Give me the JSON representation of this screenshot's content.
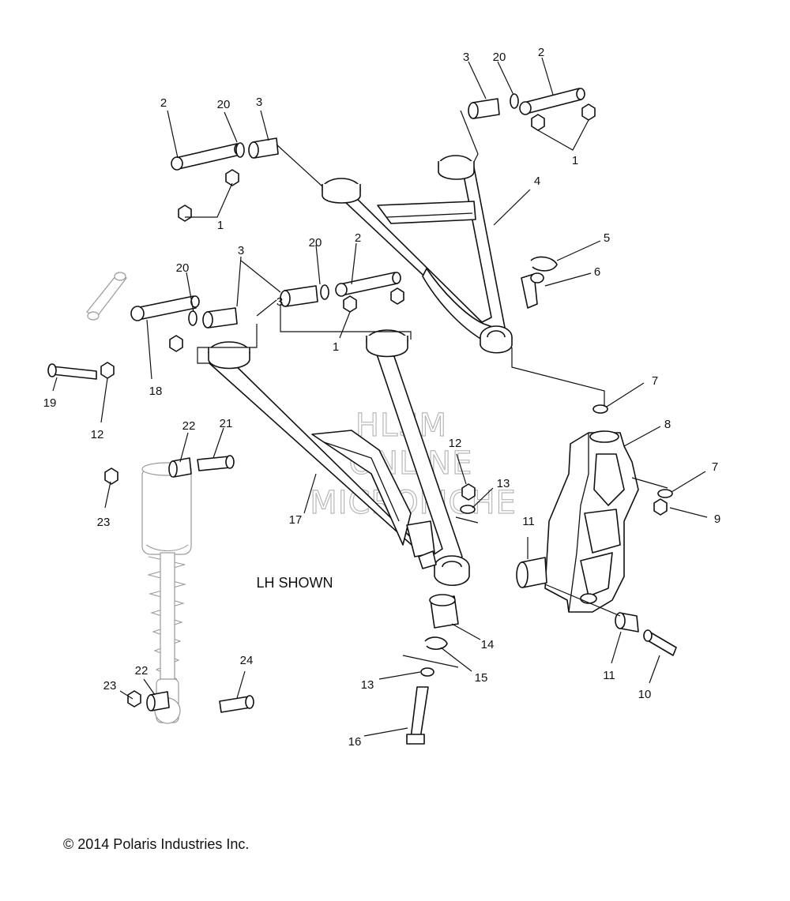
{
  "diagram": {
    "note": "LH SHOWN",
    "copyright": "© 2014 Polaris Industries Inc.",
    "watermark": [
      "HLSM",
      "ONLINE",
      "MICROFICHE"
    ],
    "callouts": {
      "c1a": "1",
      "c1b": "1",
      "c1c": "1",
      "c2a": "2",
      "c2b": "2",
      "c2c": "2",
      "c3a": "3",
      "c3b": "3",
      "c3c": "3",
      "c3d": "3",
      "c4": "4",
      "c5": "5",
      "c6": "6",
      "c7a": "7",
      "c7b": "7",
      "c8": "8",
      "c9": "9",
      "c10": "10",
      "c11a": "11",
      "c11b": "11",
      "c12a": "12",
      "c12b": "12",
      "c13a": "13",
      "c13b": "13",
      "c14": "14",
      "c15": "15",
      "c16": "16",
      "c17": "17",
      "c18": "18",
      "c19": "19",
      "c20a": "20",
      "c20b": "20",
      "c20c": "20",
      "c20d": "20",
      "c21": "21",
      "c22a": "22",
      "c22b": "22",
      "c23a": "23",
      "c23b": "23",
      "c24": "24"
    }
  }
}
